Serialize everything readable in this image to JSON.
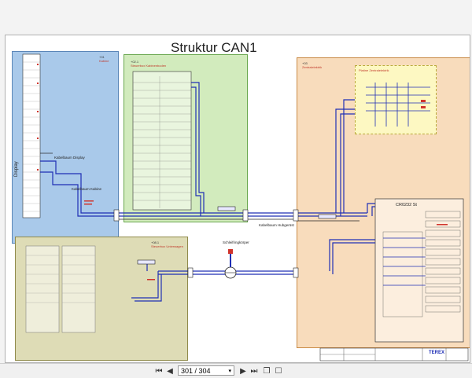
{
  "document": {
    "title": "Struktur CAN1",
    "zones": {
      "kabine": {
        "id": "+01",
        "name": "Kabine",
        "bg": "#a9c9ea",
        "border": "#5a86b8"
      },
      "display": {
        "label": "Display"
      },
      "kabelbaum_display": {
        "label": "Kabelbaum Display"
      },
      "kabelbaum_kabine": {
        "label": "Kabelbaum Kabine"
      },
      "steuerbox_kabinenboden": {
        "id": "+02.1",
        "name": "Steuerbox Kabinenboden",
        "bg": "#d2ebbd",
        "border": "#6aa84f"
      },
      "zentralelektrik": {
        "id": "+03",
        "name": "Zentralelektrik",
        "bg": "#f8dcbc",
        "border": "#c98a45"
      },
      "platine": {
        "name": "Platine Zentralelektrik",
        "bg": "#fdf8c2",
        "border": "#b9a93a"
      },
      "steuerbox_unterwagen": {
        "id": "+08.1",
        "name": "Steuerbox Unterwagen",
        "bg": "#dedcb6",
        "border": "#8f8a4a"
      },
      "schleifring": {
        "label": "Schleifringkörper"
      },
      "kabelbaum_hubgeruest": {
        "label": "Kabelbaum Hubgerüst"
      },
      "controller": {
        "label": "CR0232 St"
      }
    },
    "titleblock": {
      "brand": "TEREX"
    },
    "colors": {
      "wire_blue": "#1f2fb5",
      "wire_dark": "#222222",
      "accent_red": "#d0342c"
    }
  },
  "viewer": {
    "page_indicator": "301 / 304",
    "buttons": {
      "first": "first-page-icon",
      "prev": "prev-page-icon",
      "next": "next-page-icon",
      "last": "last-page-icon",
      "copy": "copy-icon",
      "fit": "fit-page-icon"
    }
  }
}
